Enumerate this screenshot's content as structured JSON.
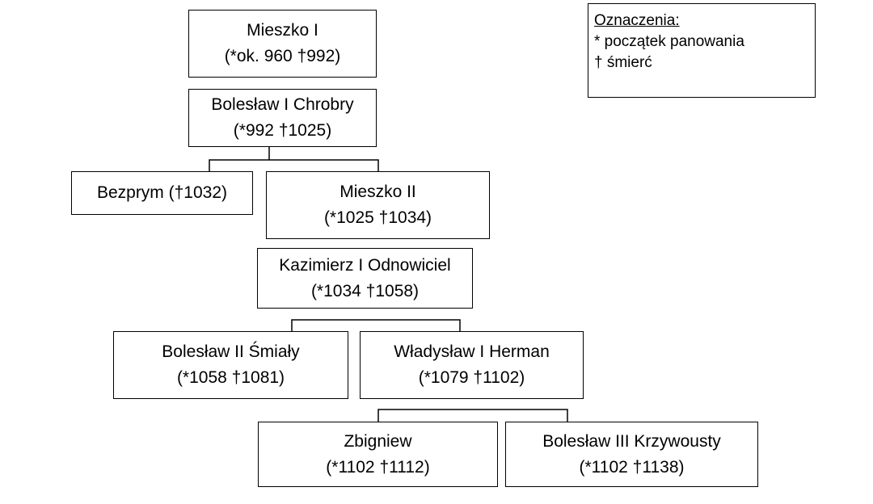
{
  "nodes": {
    "mieszko1": {
      "name": "Mieszko I",
      "dates": "(*ok. 960 †992)"
    },
    "boleslaw1": {
      "name": "Bolesław I Chrobry",
      "dates": "(*992 †1025)"
    },
    "bezprym": {
      "name": "Bezprym (†1032)"
    },
    "mieszko2": {
      "name": "Mieszko II",
      "dates": "(*1025 †1034)"
    },
    "kazimierz1": {
      "name": "Kazimierz I Odnowiciel",
      "dates": "(*1034 †1058)"
    },
    "boleslaw2": {
      "name": "Bolesław II Śmiały",
      "dates": "(*1058 †1081)"
    },
    "wladyslaw1": {
      "name": "Władysław I Herman",
      "dates": "(*1079 †1102)"
    },
    "zbigniew": {
      "name": "Zbigniew",
      "dates": "(*1102 †1112)"
    },
    "boleslaw3": {
      "name": "Bolesław III Krzywousty",
      "dates": "(*1102 †1138)"
    }
  },
  "legend": {
    "title": "Oznaczenia:",
    "items": [
      "* początek panowania",
      "† śmierć"
    ]
  }
}
